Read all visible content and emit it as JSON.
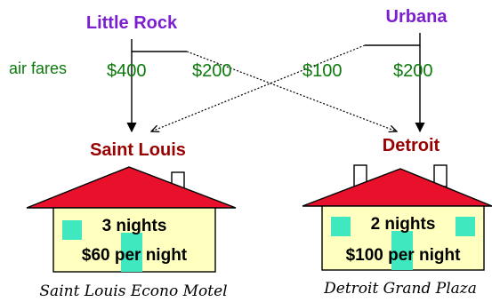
{
  "origins": {
    "little_rock": "Little Rock",
    "urbana": "Urbana"
  },
  "fares_label": "air fares",
  "fares": {
    "lr_to_stl": "$400",
    "lr_to_det": "$200",
    "urb_to_stl": "$100",
    "urb_to_det": "$200"
  },
  "destinations": {
    "saint_louis": "Saint Louis",
    "detroit": "Detroit"
  },
  "hotels": [
    {
      "nights": "3 nights",
      "rate": "$60 per night",
      "name": "Saint Louis Econo Motel"
    },
    {
      "nights": "2 nights",
      "rate": "$100 per night",
      "name": "Detroit Grand Plaza"
    }
  ],
  "colors": {
    "origin_text": "#7b1fd1",
    "destination_text": "#990000",
    "fare_text": "#0b7a0b",
    "roof": "#e8102a",
    "house_wall": "#ffffc0",
    "window": "#40e8c0"
  }
}
